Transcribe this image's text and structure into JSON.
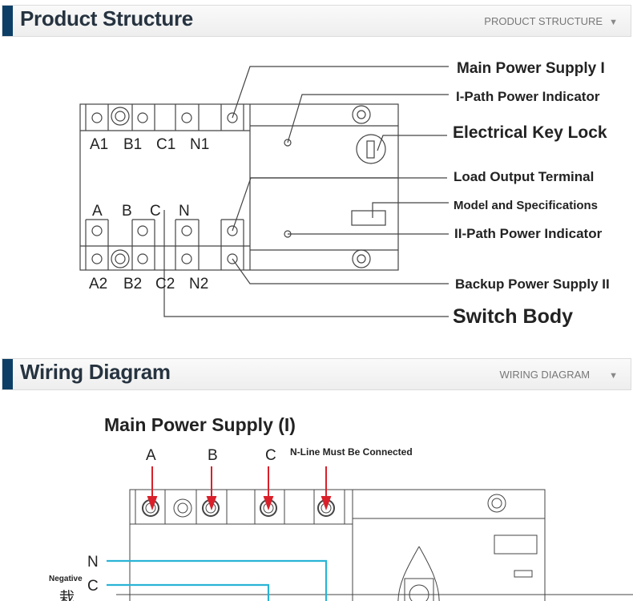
{
  "sections": [
    {
      "title": "Product Structure",
      "subtitle": "PRODUCT STRUCTURE",
      "icon": "triangle-down-icon"
    },
    {
      "title": "Wiring Diagram",
      "subtitle": "WIRING DIAGRAM",
      "icon": "triangle-down-icon"
    }
  ],
  "structure": {
    "callouts": [
      "Main Power Supply I",
      "I-Path Power Indicator",
      "Electrical Key Lock",
      "Load Output Terminal",
      "Model and Specifications",
      "II-Path Power Indicator",
      "Backup Power Supply II",
      "Switch Body"
    ],
    "top_terminals": [
      "A1",
      "B1",
      "C1",
      "N1"
    ],
    "mid_terminals": [
      "A",
      "B",
      "C",
      "N"
    ],
    "bottom_terminals": [
      "A2",
      "B2",
      "C2",
      "N2"
    ]
  },
  "wiring": {
    "title": "Main Power Supply (I)",
    "phases": [
      "A",
      "B",
      "C"
    ],
    "note": "N-Line Must Be Connected",
    "side_labels": [
      "N",
      "C"
    ],
    "side_note": "Negative",
    "partial_char": "栽",
    "arrow_color": "#d9202a",
    "wire_color": "#29b4d6",
    "accent_color": "#0d3f66"
  }
}
